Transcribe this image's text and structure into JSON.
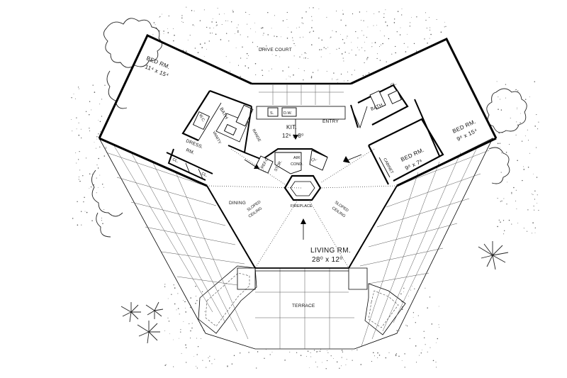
{
  "labels": {
    "drive_court": "DRIVE COURT",
    "bed_left_name": "BED RM.",
    "bed_left_dims": "11⁴ x 15⁴",
    "bath_left": "BATH",
    "wc": "W.C.",
    "vanity": "VANITY",
    "dress_rm_1": "DRESS.",
    "dress_rm_2": "RM.",
    "cl_1": "CL.",
    "cl_2": "CL.",
    "cl_3": "CL.",
    "cl_4": "CL.",
    "kit_name": "KIT.",
    "kit_dims": "12⁶ x 8⁰",
    "sink": "S.",
    "dw": "D.W.",
    "range": "RANGE",
    "refg": "REF.G.",
    "stor": "STOR.",
    "air_1": "AIR",
    "air_2": "COND.",
    "entry": "ENTRY",
    "bath_right": "BATH",
    "bed_right_name": "BED RM.",
    "bed_right_dims": "9⁸ x 15⁴",
    "bed_mid_name": "BED RM.",
    "bed_mid_dims": "9⁸ x 7⁸",
    "cabinet": "CABINET",
    "dining": "DINING",
    "sloped_left_1": "SLOPED",
    "sloped_left_2": "CEILING",
    "sloped_right_1": "SLOPED",
    "sloped_right_2": "CEILING",
    "fireplace": "FIREPLACE",
    "living_name": "LIVING RM.",
    "living_dims": "28⁰ x 12⁰",
    "terrace": "TERRACE"
  }
}
